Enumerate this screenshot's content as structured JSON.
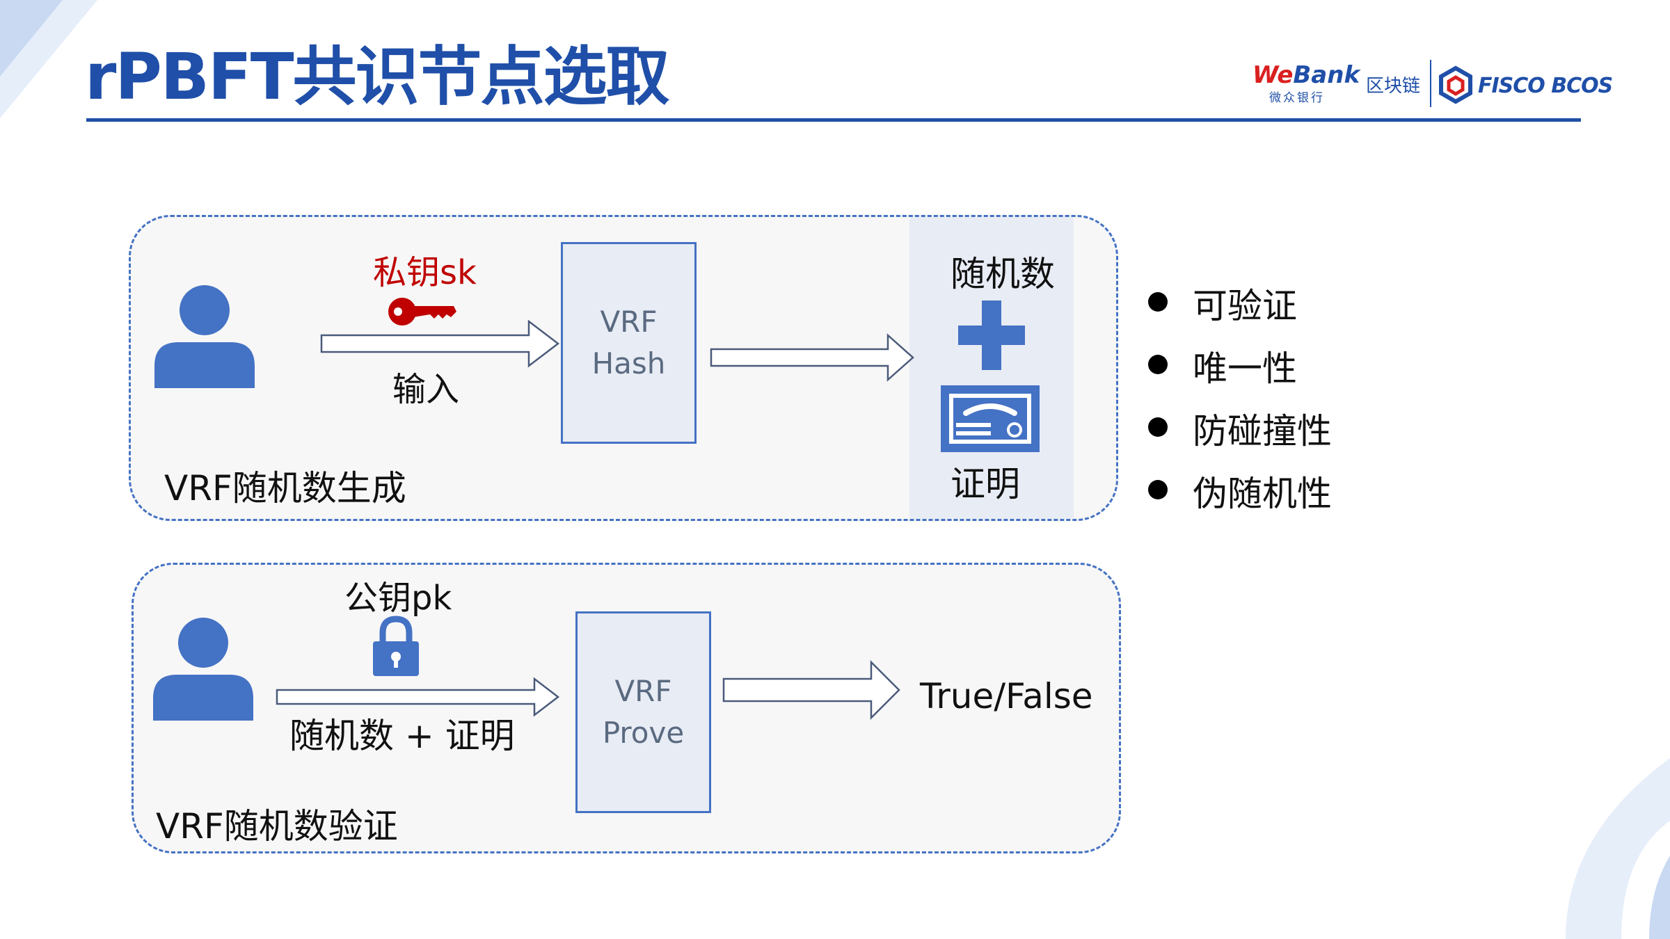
{
  "title": "rPBFT共识节点选取",
  "logos": {
    "webank_we": "We",
    "webank_bank": "Bank",
    "webank_cn": "微众银行",
    "blockchain_text": "区块链",
    "fisco_text": "FISCO BCOS"
  },
  "colors": {
    "brand_blue": "#1f4fa8",
    "icon_blue": "#4472c4",
    "key_red": "#c00000",
    "panel_fill": "#f7f7f7",
    "box_fill": "#e8ecf5"
  },
  "generation": {
    "caption": "VRF随机数生成",
    "key_label": "私钥sk",
    "input_label": "输入",
    "box_line1": "VRF",
    "box_line2": "Hash",
    "output_top": "随机数",
    "output_bottom": "证明",
    "icons": [
      "user-icon",
      "key-icon",
      "plus-icon",
      "certificate-icon"
    ]
  },
  "verification": {
    "caption": "VRF随机数验证",
    "key_label": "公钥pk",
    "input_label": "随机数 + 证明",
    "box_line1": "VRF",
    "box_line2": "Prove",
    "result": "True/False",
    "icons": [
      "user-icon",
      "lock-icon"
    ]
  },
  "properties": [
    "可验证",
    "唯一性",
    "防碰撞性",
    "伪随机性"
  ]
}
